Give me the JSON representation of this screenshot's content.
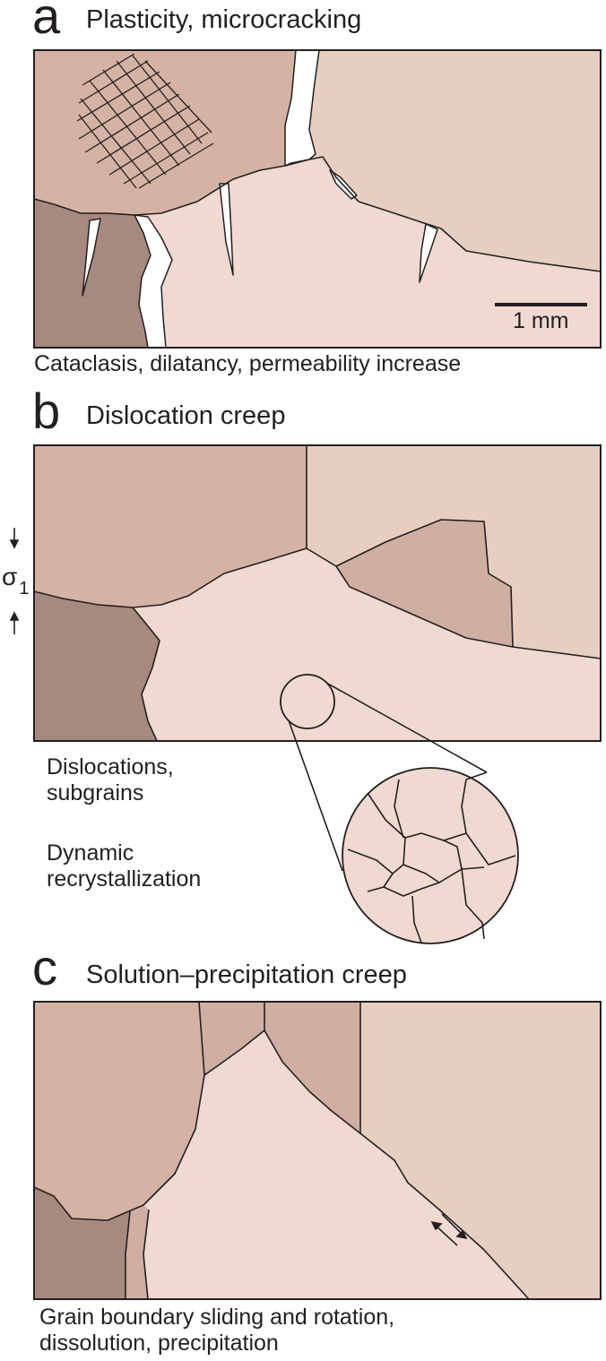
{
  "panels": [
    {
      "letter": "a",
      "title": "Plasticity, microcracking",
      "scale_bar_label": "1 mm",
      "caption": "Cataclasis, dilatancy, permeability increase"
    },
    {
      "letter": "b",
      "title": "Dislocation creep",
      "stress_label": "σ",
      "stress_subscript": "1",
      "caption_lines": [
        "Dislocations,",
        "subgrains"
      ],
      "caption2_lines": [
        "Dynamic",
        "recrystallization"
      ]
    },
    {
      "letter": "c",
      "title": "Solution–precipitation creep",
      "caption_lines": [
        "Grain boundary sliding and rotation,",
        "dissolution, precipitation"
      ]
    }
  ],
  "colors": {
    "grain_upper_left": "#d5b3a4",
    "grain_upper_right": "#e6cfc0",
    "grain_center": "#f0d9d1",
    "grain_lower_left": "#a6897f",
    "grain_inclusion": "#d0afa3",
    "line": "#231f20"
  }
}
